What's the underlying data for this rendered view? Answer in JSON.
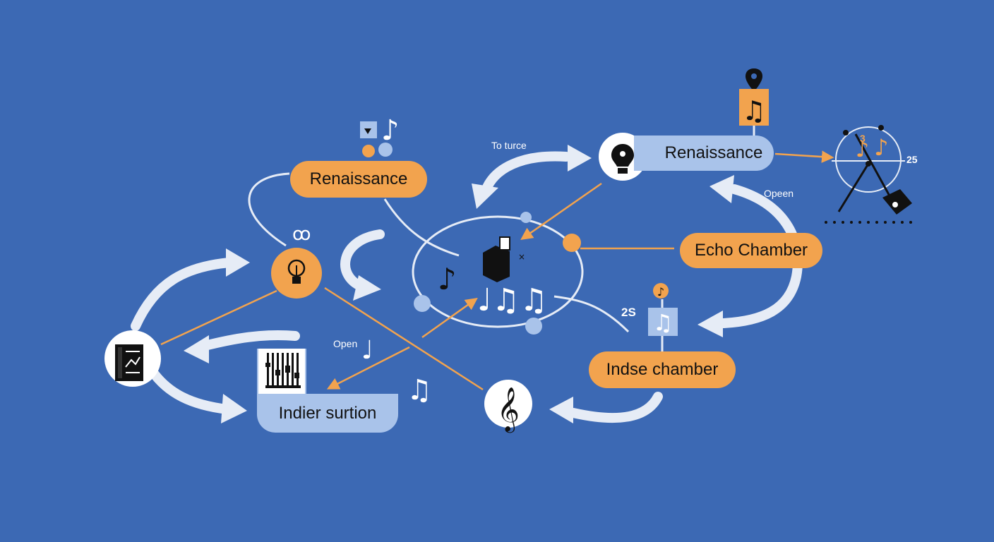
{
  "colors": {
    "background": "#3c69b4",
    "node_orange": "#f2a34e",
    "node_blue": "#a9c3ea",
    "arrow": "#e6ecf6",
    "connector_orange": "#f2a34e"
  },
  "nodes": {
    "renaissance_left": "Renaissance",
    "renaissance_right": "Renaissance",
    "echo_chamber": "Echo Chamber",
    "indse_chamber": "Indse chamber",
    "indier_surtion": "Indier surtion"
  },
  "labels": {
    "to_turce": "To turce",
    "open_right": "Opeen",
    "open_left": "Open",
    "num_25_right": "25",
    "num_2s_mid": "2S",
    "clock_3": "3"
  },
  "icons": [
    "lightbulb-icon",
    "document-chart-icon",
    "equalizer-icon",
    "treble-clef-icon",
    "music-note-icon",
    "location-pin-icon",
    "metronome-icon",
    "speaker-box-icon"
  ]
}
